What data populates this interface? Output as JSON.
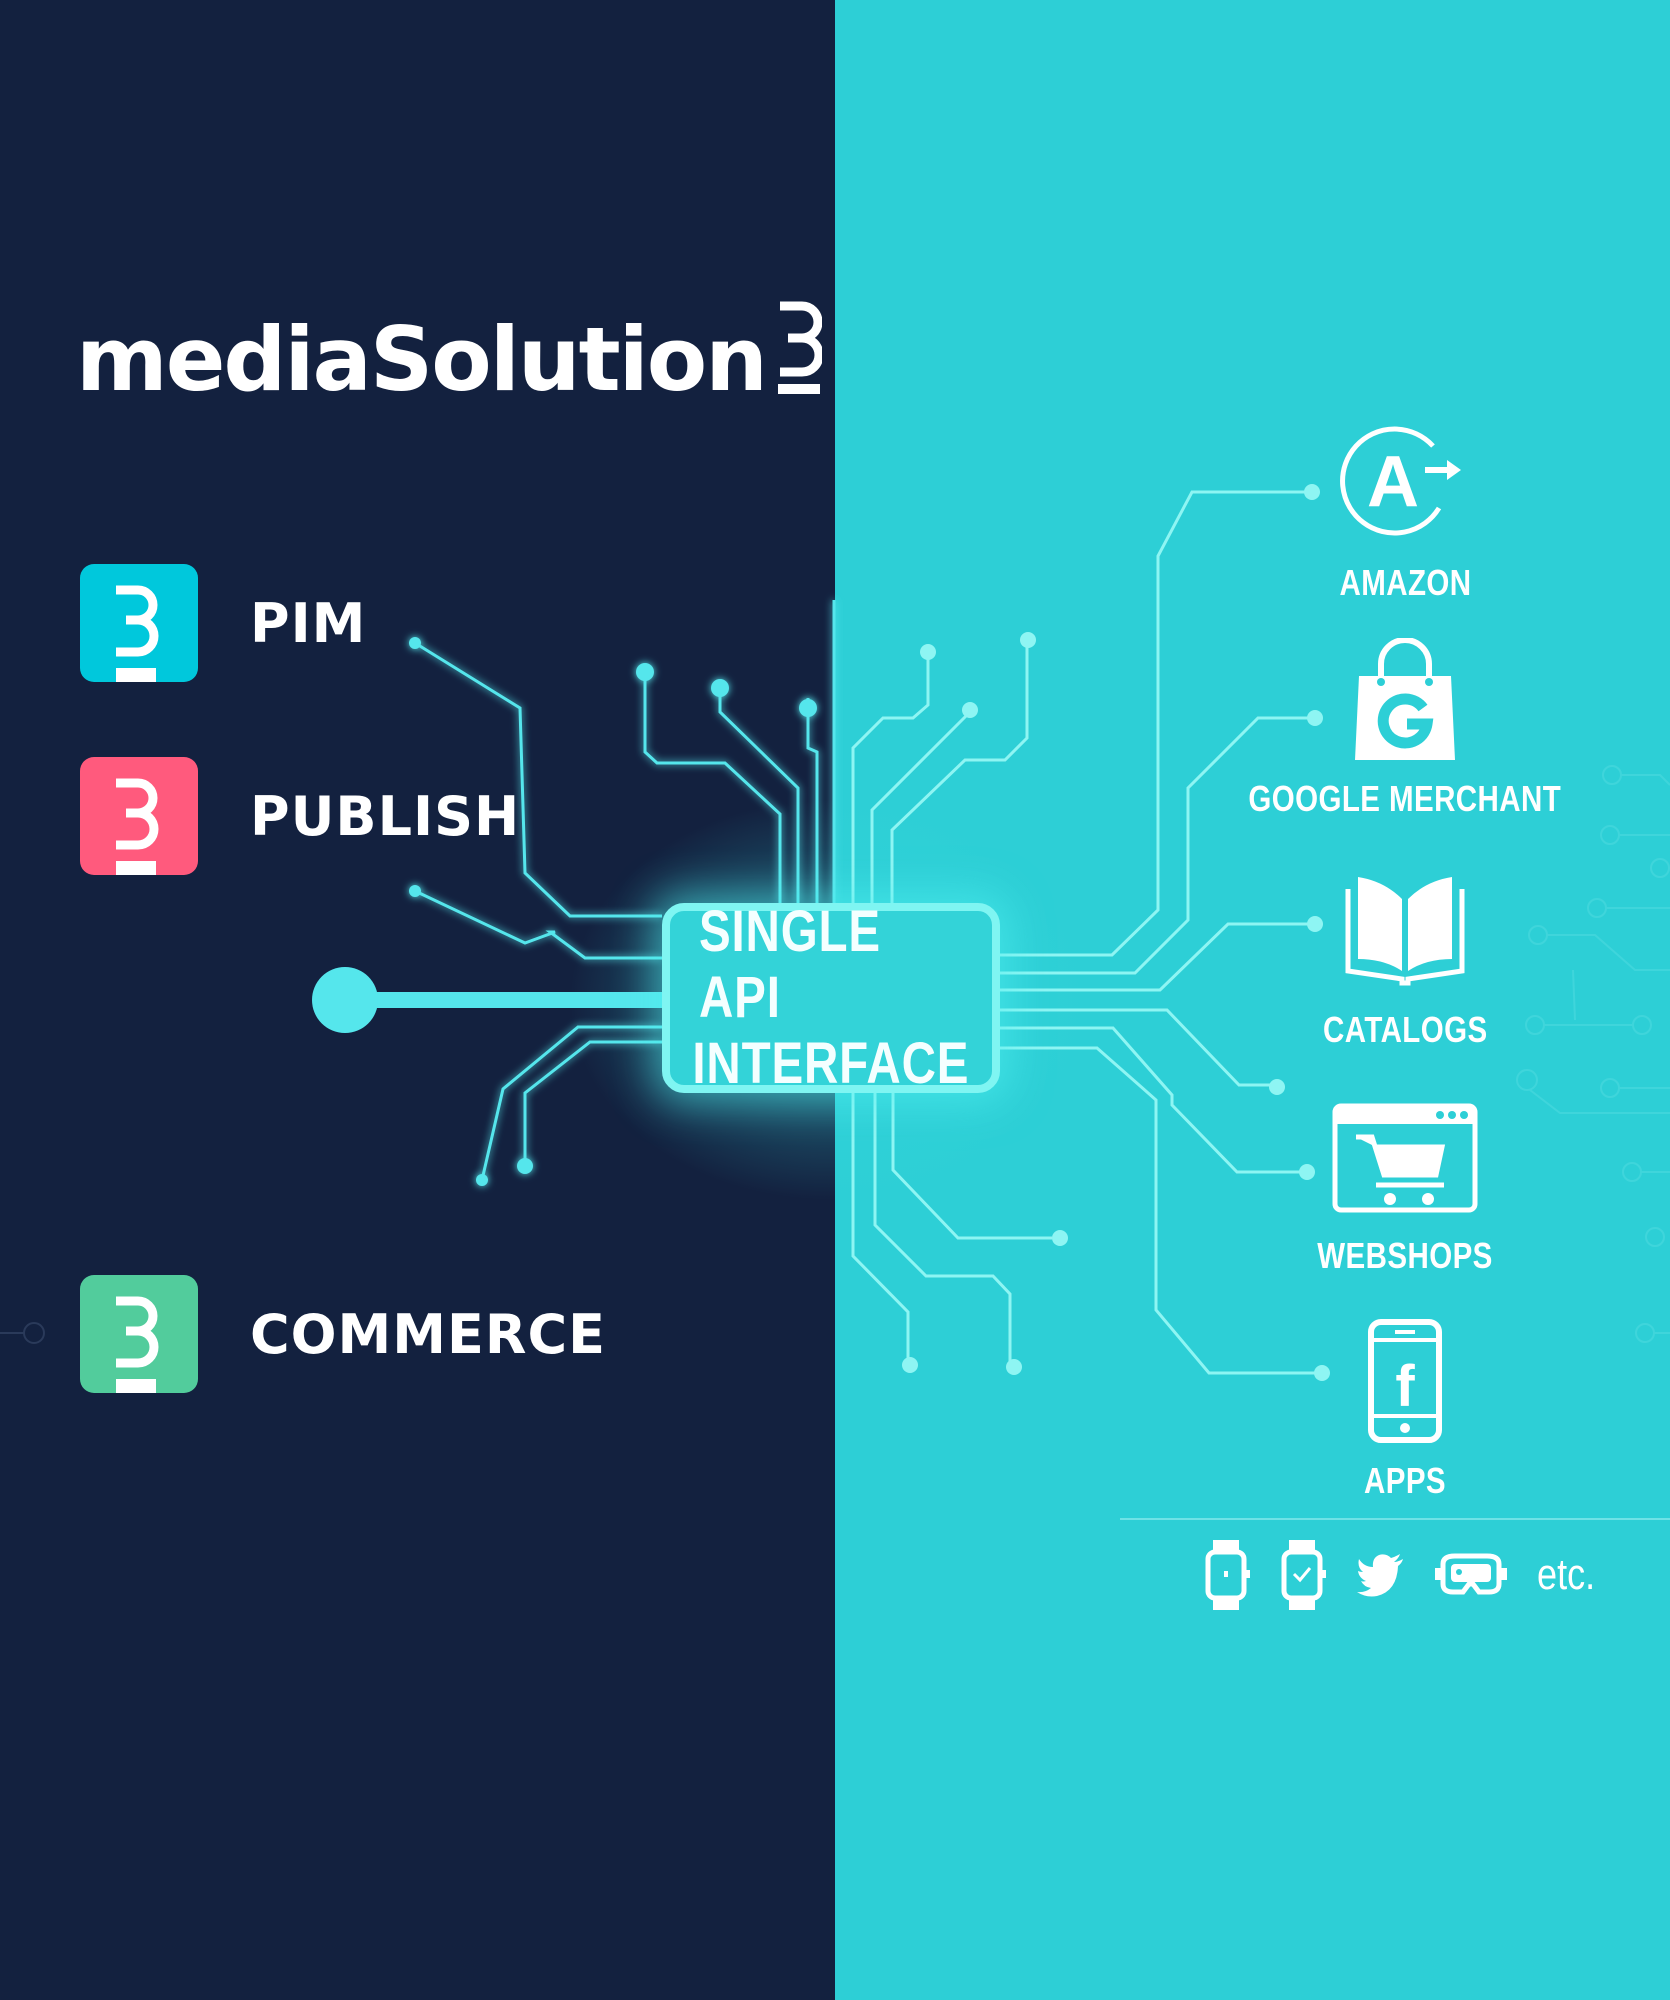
{
  "brand": {
    "name": "mediaSolution",
    "mark": "3"
  },
  "products": [
    {
      "label": "PIM",
      "color": "#00c8dc"
    },
    {
      "label": "PUBLISH",
      "color": "#ff5a7d"
    },
    {
      "label": "COMMERCE",
      "color": "#52cc9c"
    }
  ],
  "api": {
    "line1": "SINGLE API",
    "line2": "INTERFACE"
  },
  "channels": [
    {
      "label": "AMAZON",
      "icon": "amazon-icon"
    },
    {
      "label": "GOOGLE MERCHANT",
      "icon": "google-merchant-bag-icon"
    },
    {
      "label": "CATALOGS",
      "icon": "open-book-icon"
    },
    {
      "label": "WEBSHOPS",
      "icon": "browser-cart-icon"
    },
    {
      "label": "APPS",
      "icon": "smartphone-facebook-icon"
    }
  ],
  "extras": {
    "icons": [
      "smartwatch-icon",
      "smartwatch-check-icon",
      "twitter-bird-icon",
      "vr-headset-icon"
    ],
    "etc_label": "etc."
  },
  "colors": {
    "dark_bg": "#13213f",
    "teal_bg": "#2dcfd6",
    "trace": "#55e6ec",
    "trace_light": "#8ef5f3",
    "white": "#ffffff"
  }
}
